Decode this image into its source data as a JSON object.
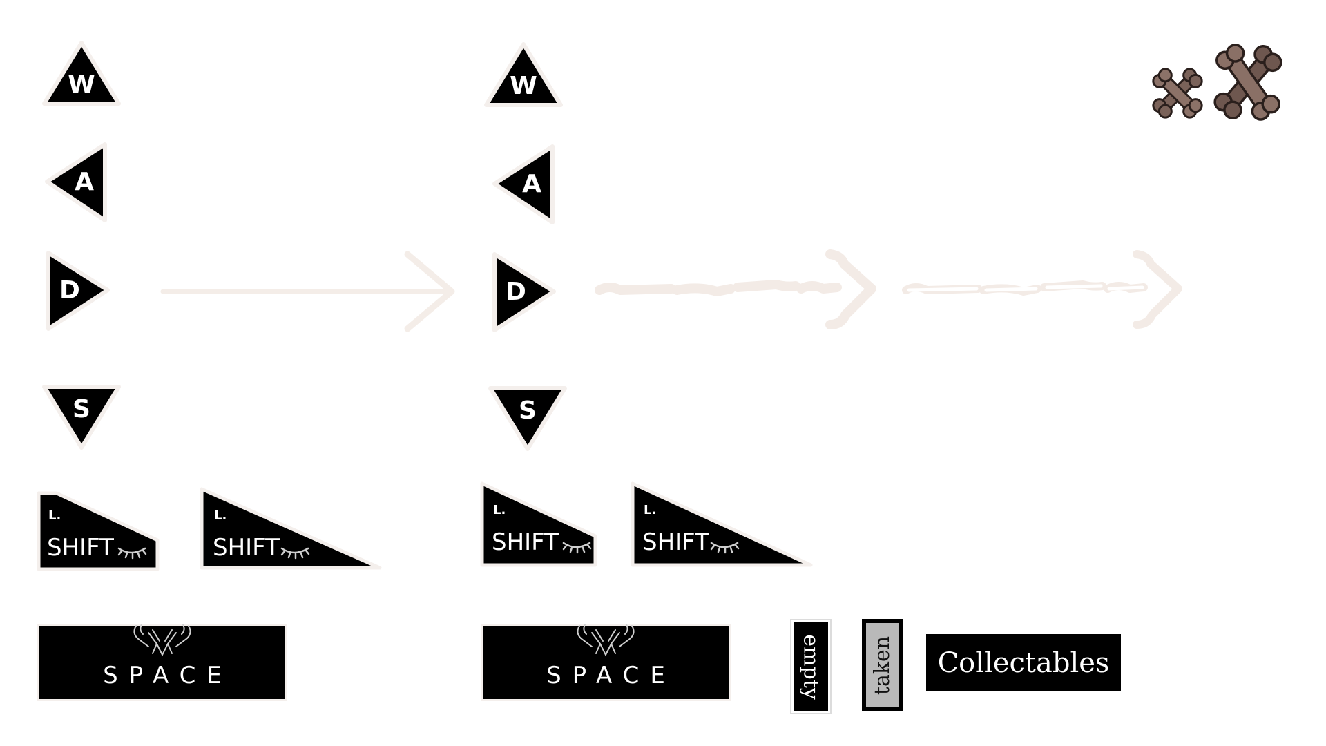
{
  "keys": {
    "w": "W",
    "a": "A",
    "d": "D",
    "s": "S",
    "shift_small": "L.",
    "shift": "SHIFT",
    "space": "SPACE"
  },
  "slots": {
    "empty": "empty",
    "taken": "taken"
  },
  "collectables_label": "Collectables",
  "colors": {
    "key_fill": "#000000",
    "key_text": "#ffffff",
    "key_outline": "#f4efec",
    "arrow": "#f4ede8",
    "bone": "#6f5a52",
    "taken_fill": "#b9b9b9"
  },
  "icons": {
    "closed_eye": "closed-eye-icon",
    "hands": "hands-over-face-icon",
    "bones": "crossed-bones-icon"
  }
}
